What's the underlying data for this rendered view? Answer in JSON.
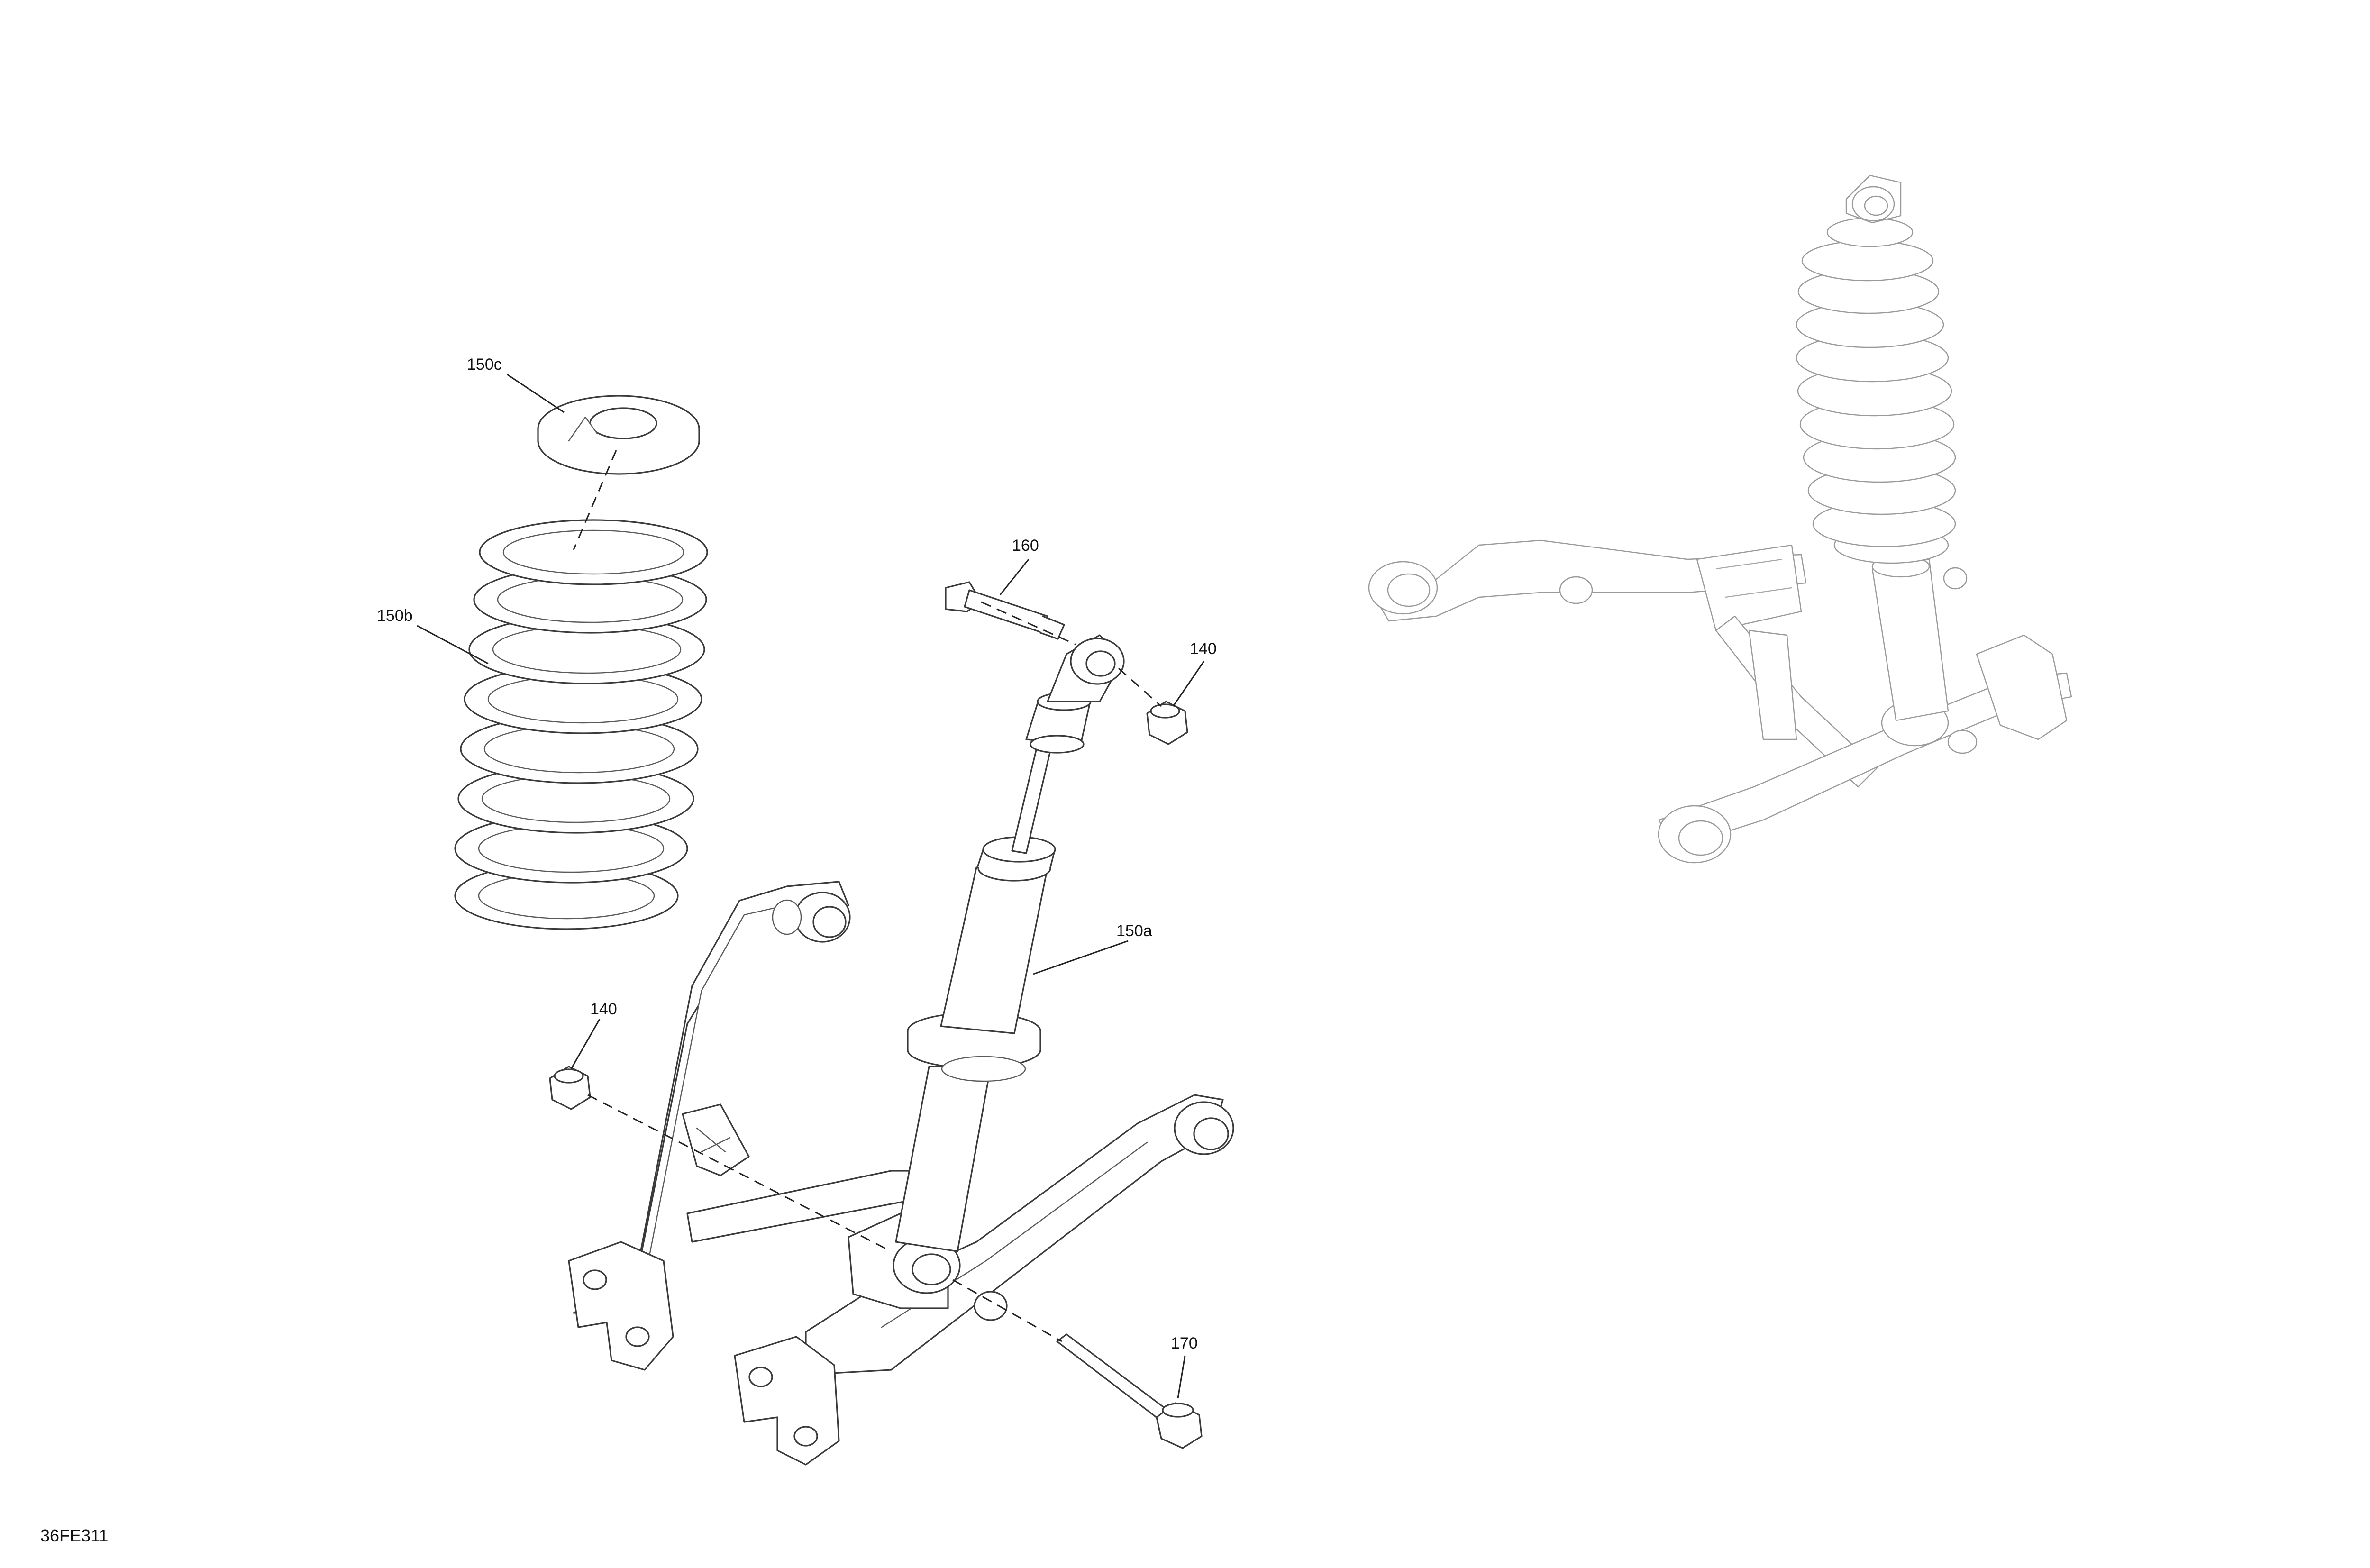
{
  "figure_id": "36FE311",
  "callouts": {
    "c150c": "150c",
    "c150b": "150b",
    "c160": "160",
    "c140_right": "140",
    "c150a": "150a",
    "c140_left": "140",
    "c170": "170"
  },
  "parts": {
    "spring_retainer": "spring-retainer-150c",
    "coil_spring": "coil-spring-150b",
    "shock_absorber": "shock-absorber-150a",
    "upper_bolt": "bolt-160",
    "upper_nut": "nut-140",
    "lower_nut": "nut-140",
    "lower_bolt": "bolt-170"
  },
  "colors": {
    "line": "#3a3a3a",
    "faint_line": "#9a9a9a",
    "background": "#ffffff"
  }
}
